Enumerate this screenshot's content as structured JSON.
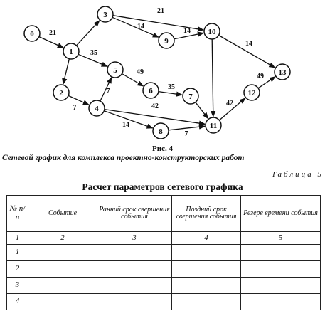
{
  "figure": {
    "number": "Рис. 4",
    "caption": "Сетевой график для комплекса проектно-конструкторских работ",
    "nodes": [
      "0",
      "1",
      "2",
      "3",
      "4",
      "5",
      "6",
      "7",
      "8",
      "9",
      "10",
      "11",
      "12",
      "13"
    ],
    "edges": [
      {
        "from": "0",
        "to": "1",
        "label": "21"
      },
      {
        "from": "1",
        "to": "3",
        "label": ""
      },
      {
        "from": "1",
        "to": "5",
        "label": "35"
      },
      {
        "from": "1",
        "to": "2",
        "label": ""
      },
      {
        "from": "3",
        "to": "10",
        "label": "21"
      },
      {
        "from": "3",
        "to": "9",
        "label": "14"
      },
      {
        "from": "9",
        "to": "10",
        "label": "14"
      },
      {
        "from": "10",
        "to": "13",
        "label": "14"
      },
      {
        "from": "10",
        "to": "11",
        "label": ""
      },
      {
        "from": "2",
        "to": "4",
        "label": "7"
      },
      {
        "from": "4",
        "to": "5",
        "label": "7"
      },
      {
        "from": "5",
        "to": "6",
        "label": "49"
      },
      {
        "from": "6",
        "to": "7",
        "label": "35"
      },
      {
        "from": "7",
        "to": "11",
        "label": ""
      },
      {
        "from": "4",
        "to": "11",
        "label": "42"
      },
      {
        "from": "4",
        "to": "8",
        "label": "14"
      },
      {
        "from": "8",
        "to": "11",
        "label": "7"
      },
      {
        "from": "11",
        "to": "12",
        "label": "42"
      },
      {
        "from": "12",
        "to": "13",
        "label": "49"
      }
    ]
  },
  "table": {
    "label": "Таблица 5",
    "title": "Расчет параметров сетевого графика",
    "headers": [
      "№ п/п",
      "Событие",
      "Ранний срок свершения события",
      "Поздний срок свершения события",
      "Резерв времени события"
    ],
    "column_numbers": [
      "1",
      "2",
      "3",
      "4",
      "5"
    ],
    "rows": [
      "1",
      "2",
      "3",
      "4"
    ]
  }
}
